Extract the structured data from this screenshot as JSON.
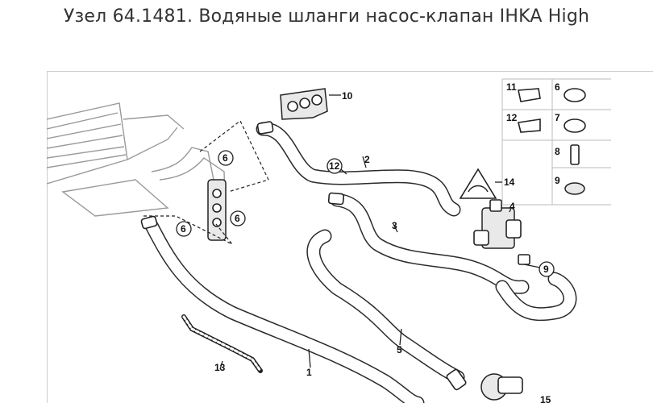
{
  "title": "Узел 64.1481. Водяные шланги насос-клапан IHKA High",
  "callouts": {
    "c1": "1",
    "c2": "2",
    "c3": "3",
    "c4": "4",
    "c5": "5",
    "c6a": "6",
    "c6b": "6",
    "c6c": "6",
    "c9": "9",
    "c10": "10",
    "c12": "12",
    "c13": "13",
    "c14": "14",
    "c15": "15"
  },
  "legend": {
    "i11": "11",
    "i6": "6",
    "i12": "12",
    "i7": "7",
    "i8": "8",
    "i9": "9"
  }
}
